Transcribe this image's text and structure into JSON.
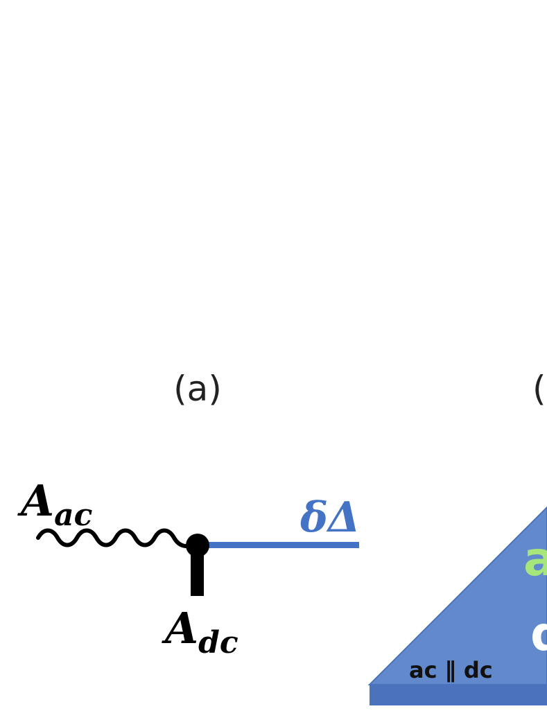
{
  "panels": {
    "a": {
      "label": "(a)"
    },
    "b": {
      "label": "(b)"
    }
  },
  "diagram": {
    "a_ac": {
      "base": "A",
      "sub": "ac"
    },
    "a_dc": {
      "base": "A",
      "sub": "dc"
    },
    "delta_delta": "δΔ",
    "prism_bottom_label": "ac ∥ dc",
    "prism_partial_top": "a",
    "prism_partial_bottom": "d"
  },
  "colors": {
    "blue_line": "#4472c4",
    "prism_fill": "#6189cc",
    "prism_base": "#4a72bd",
    "partial_green": "#a7e67a",
    "partial_white": "#ffffff",
    "black": "#000000"
  }
}
